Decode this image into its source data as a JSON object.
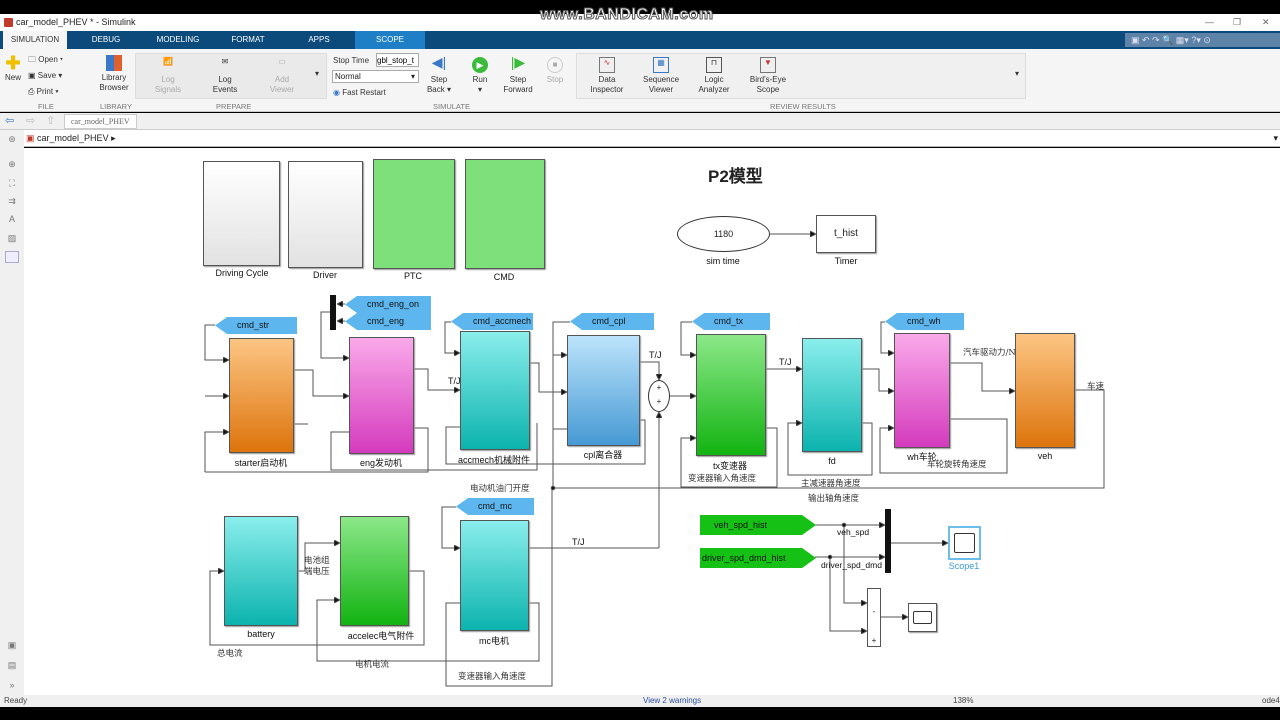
{
  "window": {
    "title": "car_model_PHEV * - Simulink",
    "watermark": "www.BANDICAM.com"
  },
  "tabs": [
    "SIMULATION",
    "DEBUG",
    "MODELING",
    "FORMAT",
    "APPS",
    "SCOPE"
  ],
  "ribbon": {
    "file": {
      "new": "New",
      "open": "Open",
      "save": "Save",
      "print": "Print",
      "group": "FILE"
    },
    "library": {
      "browser": "Library Browser",
      "group": "LIBRARY"
    },
    "prepare": {
      "log_signals": "Log Signals",
      "log_events": "Log Events",
      "add_viewer": "Add Viewer",
      "group": "PREPARE"
    },
    "simulate": {
      "stop_time_label": "Stop Time",
      "stop_time_value": "gbl_stop_t",
      "mode": "Normal",
      "fast_restart": "Fast Restart",
      "step_back": "Step Back",
      "run": "Run",
      "step_forward": "Step Forward",
      "stop": "Stop",
      "group": "SIMULATE"
    },
    "review": {
      "data_inspector": "Data Inspector",
      "sequence_viewer": "Sequence Viewer",
      "logic_analyzer": "Logic Analyzer",
      "birds_eye": "Bird's-Eye Scope",
      "group": "REVIEW RESULTS"
    }
  },
  "nav": {
    "tab": "car_model_PHEV"
  },
  "breadcrumb": "car_model_PHEV",
  "model": {
    "title": "P2模型",
    "top_blocks": [
      "Driving Cycle",
      "Driver",
      "PTC",
      "CMD"
    ],
    "sim_time": {
      "value": "1180",
      "label": "sim time"
    },
    "timer": {
      "value": "t_hist",
      "label": "Timer"
    },
    "blocks": {
      "starter": "starter启动机",
      "eng": "eng发动机",
      "accmech": "accmech机械附件",
      "cpl": "cpl离合器",
      "tx": "tx变速器",
      "fd": "fd",
      "wh": "wh车轮",
      "veh": "veh",
      "battery": "battery",
      "accelec": "accelec电气附件",
      "mc": "mc电机"
    },
    "gotos": {
      "cmd_str": "cmd_str",
      "cmd_eng_on": "cmd_eng_on",
      "cmd_eng": "cmd_eng",
      "cmd_accmech": "cmd_accmech",
      "cmd_cpl": "cmd_cpl",
      "cmd_tx": "cmd_tx",
      "cmd_wh": "cmd_wh",
      "cmd_mc": "cmd_mc"
    },
    "signals": {
      "tj1": "T/J",
      "tj2": "T/J",
      "tj3": "T/J",
      "tj4": "T/J",
      "tx_in_speed": "变速器输入角速度",
      "fd_speed": "主减速器角速度",
      "out_shaft": "输出轴角速度",
      "wheel_speed": "车轮旋转角速度",
      "drive_force": "汽车驱动力/N",
      "veh_speed": "车速",
      "motor_throttle": "电动机油门开度",
      "batt_voltage": "电池组\n端电压",
      "total_current": "总电流",
      "motor_current": "电机电流",
      "mc_tx_speed": "变速器输入角速度",
      "veh_spd": "veh_spd",
      "driver_spd_dmd": "driver_spd_dmd"
    },
    "froms": {
      "veh": "veh_spd_hist",
      "driver": "driver_spd_dmd_hist"
    },
    "scope1": "Scope1",
    "sum_signs": [
      "-",
      "+"
    ]
  },
  "status": {
    "state": "Ready",
    "warnings": "View 2 warnings",
    "zoom": "138%",
    "solver": "ode4"
  }
}
